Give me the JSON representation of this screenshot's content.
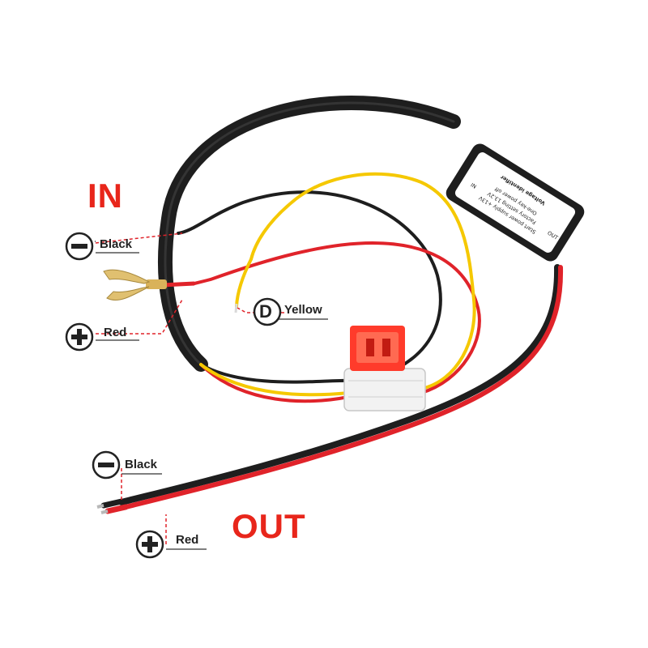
{
  "labels": {
    "in_title": "IN",
    "out_title": "OUT",
    "in_black": "Black",
    "in_red": "Red",
    "in_yellow": "Yellow",
    "out_black": "Black",
    "out_red": "Red",
    "d_symbol": "D"
  },
  "module": {
    "title": "Voltage identifier",
    "line1": "One-key power off",
    "line2": "Factory setting 13.2V",
    "line3": "Start power supply +13V",
    "pin_in": "IN",
    "pin_out": "OUT"
  },
  "colors": {
    "label_red": "#e8261b",
    "wire_red": "#e0232a",
    "wire_yellow": "#f5c800",
    "wire_black": "#1e1e1e",
    "fuse_holder": "#ff3b2b"
  },
  "icons": {
    "minus": "minus-circle-icon",
    "plus": "plus-circle-icon",
    "d": "d-circle-icon"
  }
}
